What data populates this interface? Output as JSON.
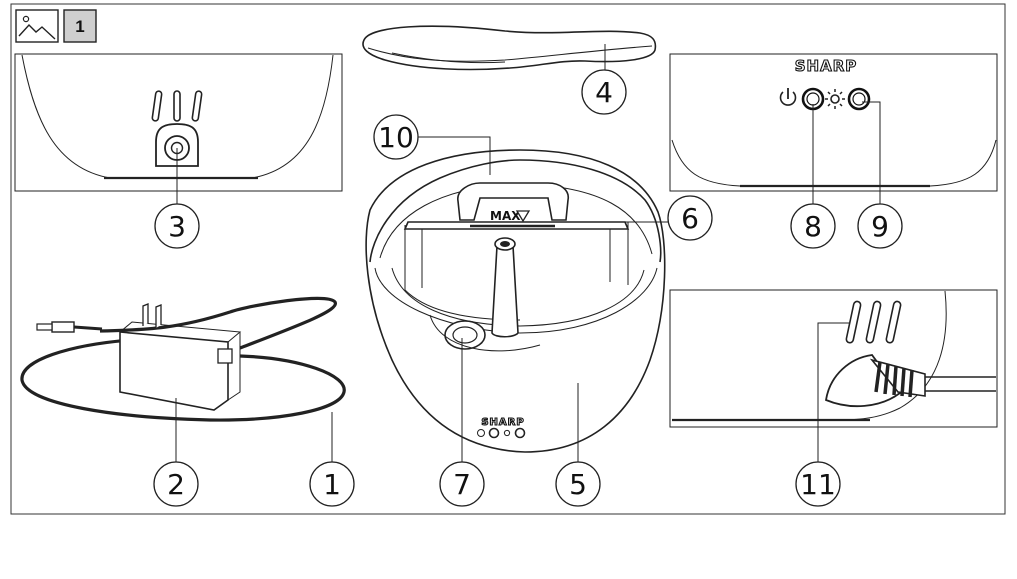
{
  "header": {
    "image_icon": "image-icon",
    "page_number": "1"
  },
  "brand": "SHARP",
  "max_label": "MAX",
  "callouts": [
    "1",
    "2",
    "3",
    "4",
    "5",
    "6",
    "7",
    "8",
    "9",
    "10",
    "11"
  ]
}
